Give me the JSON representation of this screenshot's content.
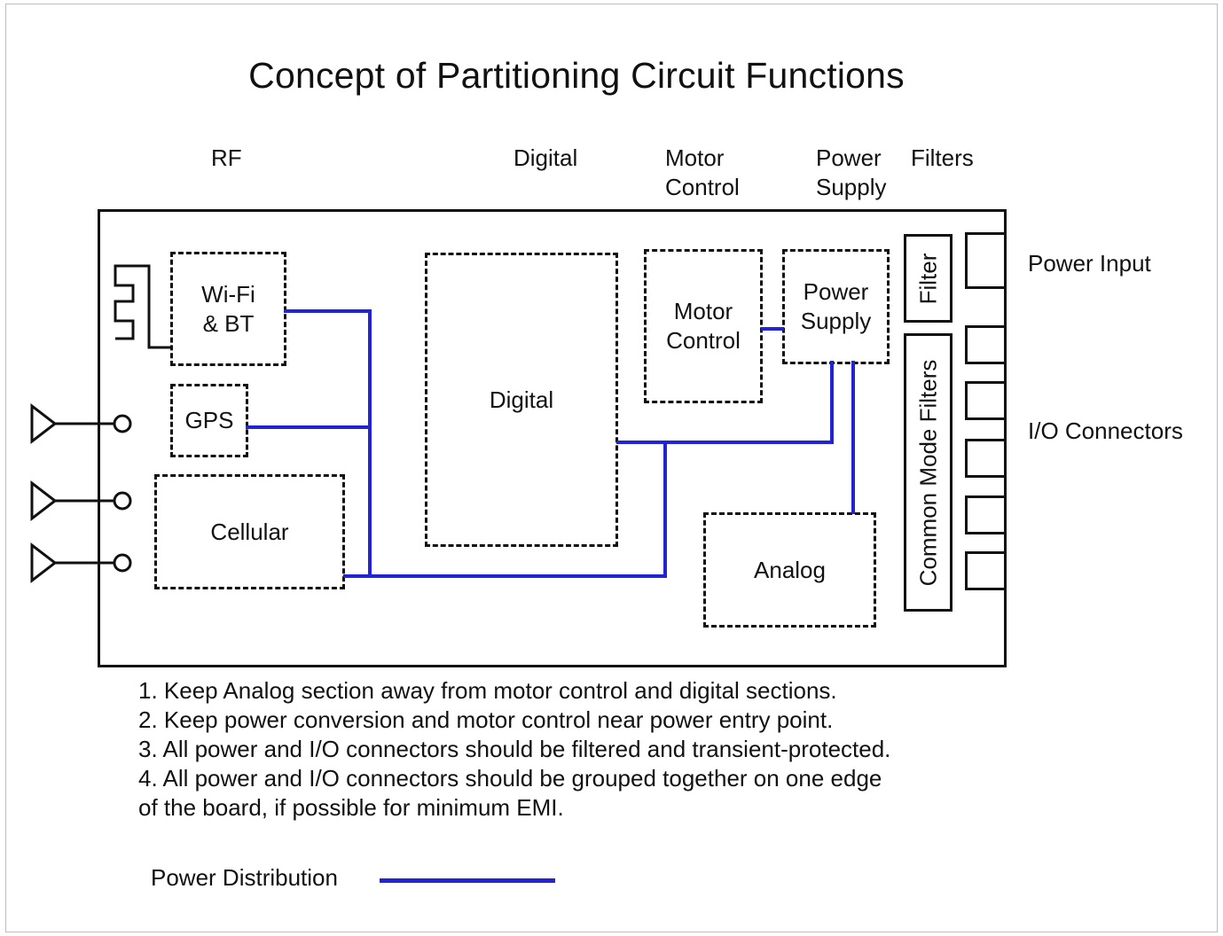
{
  "title": "Concept of Partitioning Circuit Functions",
  "headers": {
    "rf": "RF",
    "digital": "Digital",
    "motor_line1": "Motor",
    "motor_line2": "Control",
    "power_line1": "Power",
    "power_line2": "Supply",
    "filters": "Filters"
  },
  "blocks": {
    "wifi_line1": "Wi-Fi",
    "wifi_line2": "& BT",
    "gps": "GPS",
    "cellular": "Cellular",
    "digital": "Digital",
    "motor_line1": "Motor",
    "motor_line2": "Control",
    "power_line1": "Power",
    "power_line2": "Supply",
    "analog": "Analog",
    "filter": "Filter",
    "common_mode_filters": "Common Mode Filters"
  },
  "side_labels": {
    "power_input": "Power Input",
    "io_connectors": "I/O Connectors"
  },
  "notes": [
    "1. Keep Analog section away from motor control and digital sections.",
    "2. Keep power conversion and motor control near power entry point.",
    "3. All power and I/O connectors should be filtered and transient-protected.",
    "4. All power and I/O connectors should be grouped together on one edge",
    "of the board, if possible for minimum EMI."
  ],
  "legend": {
    "label": "Power Distribution",
    "color": "#2323d6"
  },
  "colors": {
    "power_line": "#2323d6",
    "outline": "#111111"
  }
}
